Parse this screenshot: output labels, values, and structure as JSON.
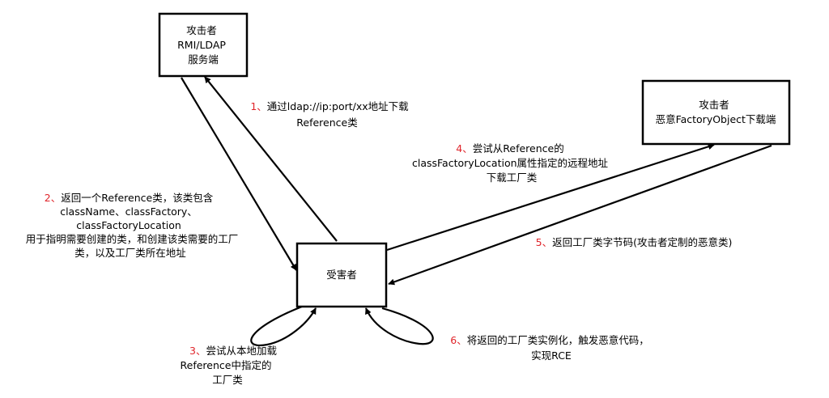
{
  "nodes": {
    "attacker_server": [
      "攻击者",
      "RMI/LDAP",
      "服务端"
    ],
    "malicious_download": [
      "攻击者",
      "恶意FactoryObject下载端"
    ],
    "victim": [
      "受害者"
    ]
  },
  "steps": [
    {
      "num": "1、",
      "lines": [
        "通过ldap://ip:port/xx地址下载",
        "Reference类"
      ]
    },
    {
      "num": "2、",
      "lines": [
        "返回一个Reference类，该类包含",
        "className、classFactory、",
        "classFactoryLocation",
        "用于指明需要创建的类，和创建该类需要的工厂",
        "类，以及工厂类所在地址"
      ]
    },
    {
      "num": "3、",
      "lines": [
        "尝试从本地加载",
        "Reference中指定的",
        "工厂类"
      ]
    },
    {
      "num": "4、",
      "lines": [
        "尝试从Reference的",
        "classFactoryLocation属性指定的远程地址",
        "下载工厂类"
      ]
    },
    {
      "num": "5、",
      "lines": [
        "返回工厂类字节码(攻击者定制的恶意类)"
      ]
    },
    {
      "num": "6、",
      "lines": [
        "将返回的工厂类实例化，触发恶意代码，",
        "实现RCE"
      ]
    }
  ],
  "colors": {
    "step_number": "#e0242a",
    "line": "#000000",
    "text": "#000000"
  }
}
